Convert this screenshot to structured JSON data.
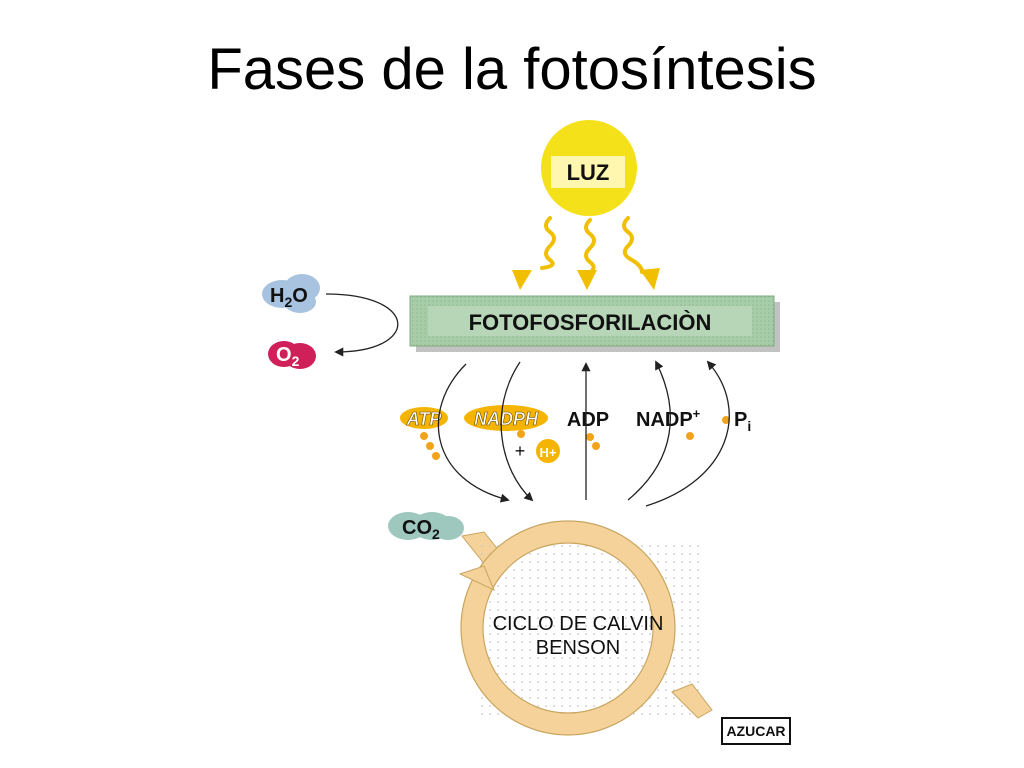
{
  "title": "Fases de la fotosíntesis",
  "diagram": {
    "sun_label": "LUZ",
    "light_phase_label": "FOTOFOSFORILACIÒN",
    "water_label": "H",
    "water_sub": "2",
    "water_tail": "O",
    "oxygen_label": "O",
    "oxygen_sub": "2",
    "atp_label": "ATP",
    "nadph_label": "NADPH",
    "adp_label": "ADP",
    "nadp_label": "NADP",
    "nadp_sup": "+",
    "pi_label": "P",
    "pi_sub": "i",
    "plus_sign": "+",
    "hplus_label": "H+",
    "co2_label": "CO",
    "co2_sub": "2",
    "cycle_line1": "CICLO DE CALVIN",
    "cycle_line2": "BENSON",
    "sugar_label": "AZUCAR"
  },
  "colors": {
    "sun": "#f5e11a",
    "sun_rays": "#f0c000",
    "light_box": "#a6cca8",
    "water": "#a7c3e0",
    "oxygen": "#d0205a",
    "molecule_dots": "#f2a31c",
    "nadph_badge": "#f5b400",
    "co2": "#9ec7bd",
    "cycle_ring": "#f5d29a"
  }
}
